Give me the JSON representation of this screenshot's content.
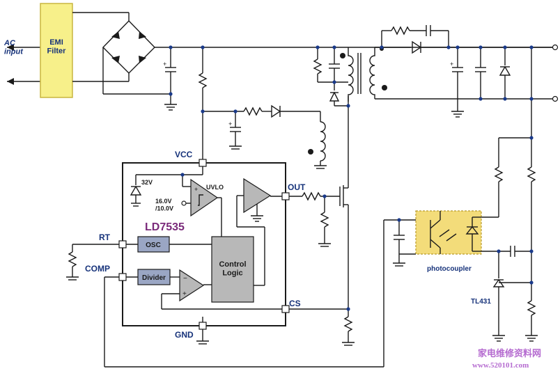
{
  "labels": {
    "ac_input": "AC\ninput",
    "emi_filter": "EMI\nFilter",
    "vcc": "VCC",
    "out": "OUT",
    "rt": "RT",
    "comp": "COMP",
    "cs": "CS",
    "gnd": "GND",
    "chip": "LD7535",
    "osc": "OSC",
    "divider": "Divider",
    "control_logic": "Control\nLogic",
    "uvlo": "UVLO",
    "zener_32v": "32V",
    "uvlo_thresholds": "16.0V\n/10.0V",
    "photocoupler": "photocoupler",
    "tl431": "TL431"
  },
  "watermark": {
    "cn": "家电维修资料网",
    "url": "www.520101.com"
  },
  "colors": {
    "emi_fill": "#f7f08a",
    "emi_stroke": "#c9b640",
    "photocoupler_fill": "#f3dc7a",
    "chip_name": "#7a2a7a",
    "label_blue": "#16327a"
  }
}
